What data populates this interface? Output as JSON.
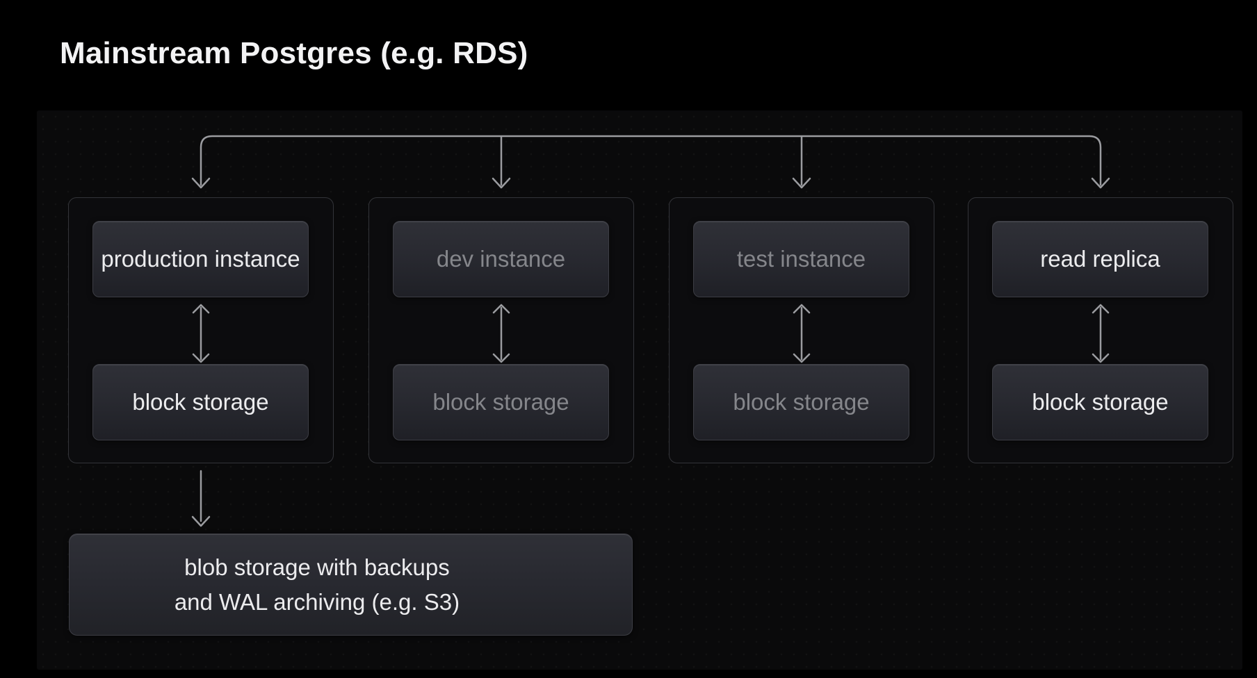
{
  "title": "Mainstream Postgres (e.g. RDS)",
  "groups": [
    {
      "name": "production",
      "instance": "production instance",
      "storage": "block storage",
      "tone": "bright"
    },
    {
      "name": "dev",
      "instance": "dev instance",
      "storage": "block storage",
      "tone": "dim"
    },
    {
      "name": "test",
      "instance": "test instance",
      "storage": "block storage",
      "tone": "dim"
    },
    {
      "name": "read-replica",
      "instance": "read replica",
      "storage": "block storage",
      "tone": "bright"
    }
  ],
  "blob_box": {
    "line1": "blob storage with backups",
    "line2": "and WAL archiving (e.g. S3)"
  },
  "colors": {
    "background": "#000000",
    "panel": "#0a0a0b",
    "group_border": "#333439",
    "node_fill_top": "#2f3037",
    "node_fill_bottom": "#1f2026",
    "text_bright": "#ececee",
    "text_dim": "#85868b",
    "line": "#9b9ca0",
    "title": "#f3f3f4"
  }
}
